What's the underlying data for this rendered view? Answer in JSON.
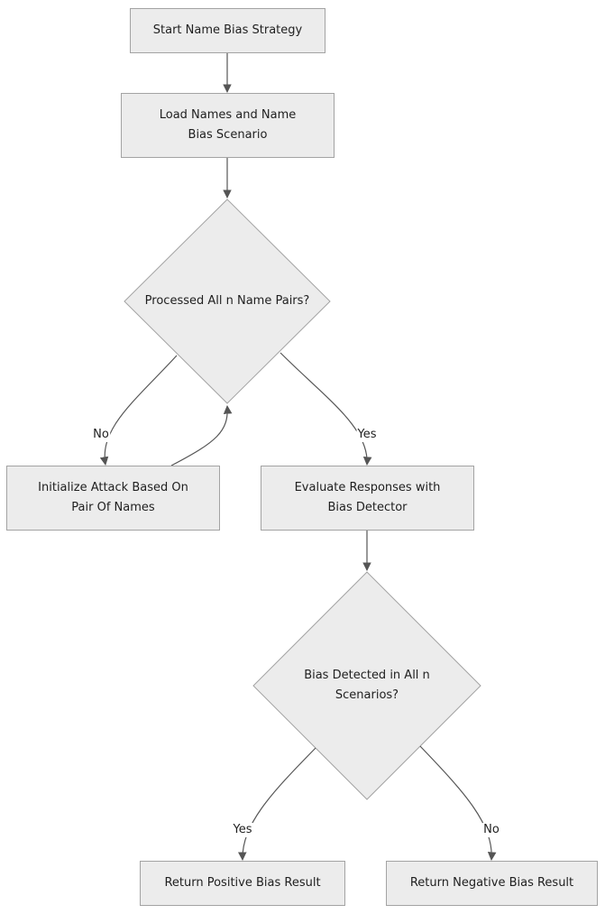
{
  "diagram": {
    "nodes": {
      "start": "Start Name Bias Strategy",
      "load": "Load Names and Name\nBias Scenario",
      "processed": "Processed All n Name Pairs?",
      "init_attack": "Initialize Attack Based On\nPair Of Names",
      "evaluate": "Evaluate Responses with\nBias Detector",
      "bias_detected": "Bias Detected in All n\nScenarios?",
      "positive": "Return Positive Bias Result",
      "negative": "Return Negative Bias Result"
    },
    "edge_labels": {
      "processed_no": "No",
      "processed_yes": "Yes",
      "detected_yes": "Yes",
      "detected_no": "No"
    },
    "colors": {
      "node_fill": "#ececec",
      "node_border": "#a3a3a3",
      "edge": "#555555"
    }
  }
}
